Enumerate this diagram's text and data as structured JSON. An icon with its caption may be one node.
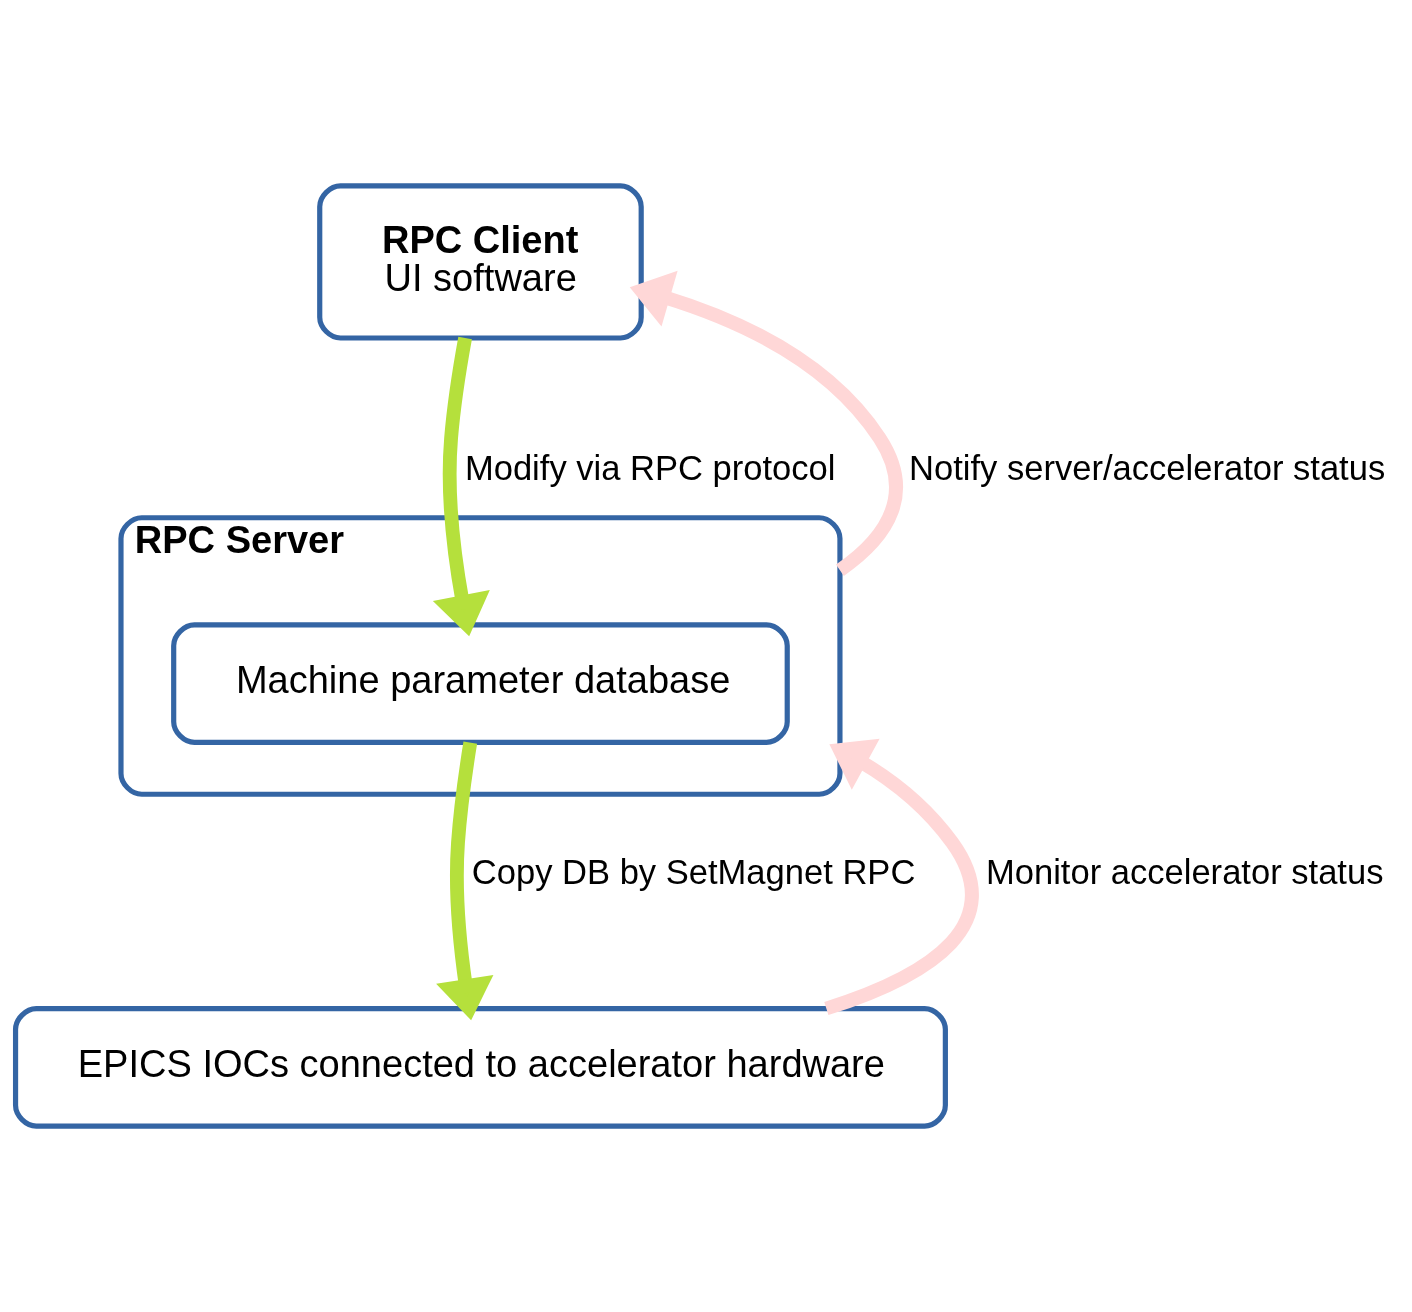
{
  "diagram": {
    "nodes": [
      {
        "text": [
          "RPC Client",
          "UI software"
        ]
      },
      {
        "text": [
          "RPC Server"
        ]
      },
      {
        "text": [
          "Machine parameter database"
        ],
        "in": 1
      },
      {
        "text": [
          "EPICS IOCs connected to accelerator hardware"
        ]
      }
    ],
    "edges": [
      {
        "from": 1,
        "to": 0,
        "arrow": "to",
        "label": "Notify server/accelerator status",
        "color": "#ffd7d7"
      },
      {
        "from": 0,
        "to": 2,
        "arrow": "to",
        "label": "Modify via RPC protocol",
        "color": "#b5e03c"
      },
      {
        "from": 2,
        "to": 3,
        "arrow": "to",
        "label": "Copy DB by SetMagnet RPC",
        "color": "#b5e03c"
      },
      {
        "from": 3,
        "to": 1,
        "arrow": "to",
        "label": "Monitor accelerator status",
        "color": "#ffd7d7"
      }
    ]
  }
}
